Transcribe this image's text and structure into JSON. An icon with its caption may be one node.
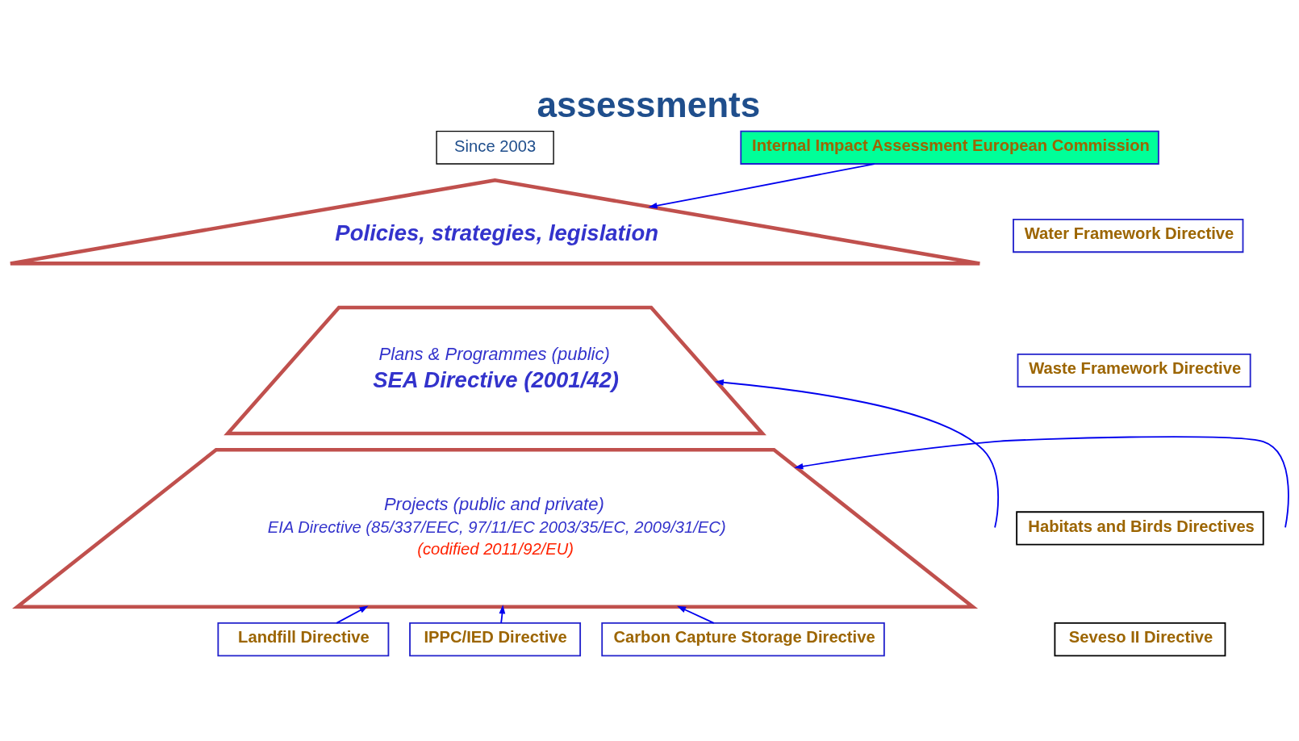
{
  "diagram": {
    "title": "assessments",
    "nodes": [
      {
        "text": [
          "Internal Impact Assessment European Commission"
        ]
      },
      {
        "text": [
          "Since 2003"
        ]
      },
      {
        "text": [
          "Policies, strategies, legislation"
        ]
      },
      {
        "text": [
          "Plans & Programmes (public)",
          "SEA Directive (2001/42)"
        ]
      },
      {
        "text": [
          "Projects (public and private)",
          "EIA Directive (85/337/EEC, 97/11/EC 2003/35/EC, 2009/31/EC)",
          "(codified 2011/92/EU)"
        ]
      },
      {
        "text": [
          "Water Framework Directive"
        ]
      },
      {
        "text": [
          "Waste Framework Directive"
        ]
      },
      {
        "text": [
          "Habitats and Birds Directives"
        ]
      },
      {
        "text": [
          "Seveso II Directive"
        ]
      },
      {
        "text": [
          "Landfill Directive"
        ]
      },
      {
        "text": [
          "IPPC/IED Directive"
        ]
      },
      {
        "text": [
          "Carbon Capture Storage Directive"
        ]
      }
    ],
    "edges": [
      {
        "from": 0,
        "to": 2,
        "arrow": "to"
      },
      {
        "from": null,
        "to": 3,
        "arrow": "to"
      },
      {
        "from": null,
        "to": 4,
        "arrow": "to"
      },
      {
        "from": 9,
        "to": 4,
        "arrow": "to"
      },
      {
        "from": 10,
        "to": 4,
        "arrow": "to"
      },
      {
        "from": 11,
        "to": 4,
        "arrow": "to"
      }
    ]
  }
}
